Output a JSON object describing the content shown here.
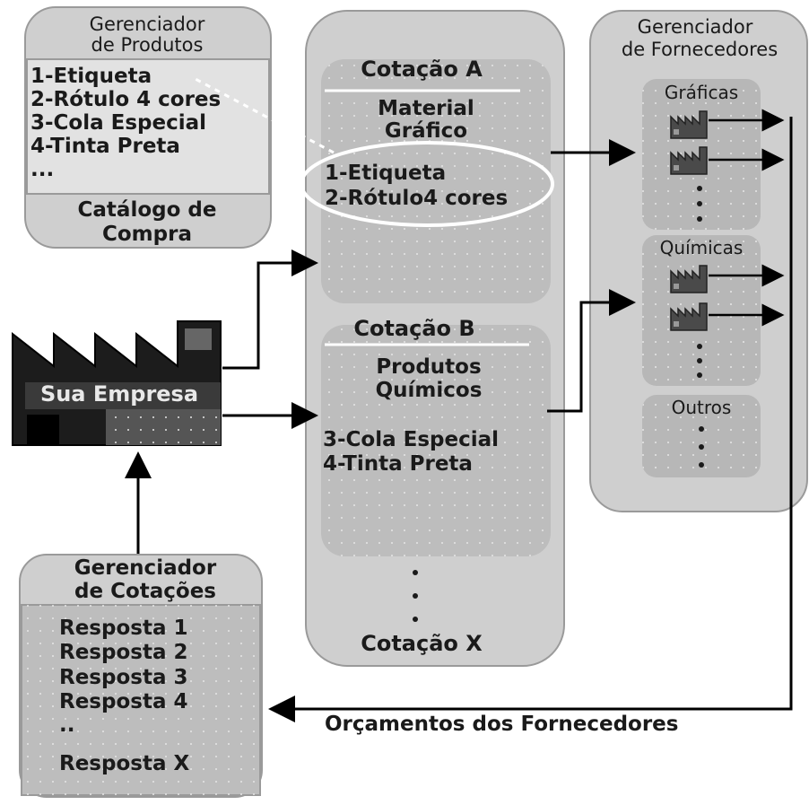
{
  "produtos": {
    "title_line1": "Gerenciador",
    "title_line2": "de Produtos",
    "items": [
      "1-Etiqueta",
      "2-Rótulo 4 cores",
      "3-Cola Especial",
      "4-Tinta Preta",
      "..."
    ],
    "footer_line1": "Catálogo de",
    "footer_line2": "Compra"
  },
  "cotacoes_panel": {
    "a": {
      "title": "Cotação A",
      "subtitle_line1": "Material",
      "subtitle_line2": "Gráfico",
      "items": [
        "1-Etiqueta",
        "2-Rótulo4 cores"
      ]
    },
    "b": {
      "title": "Cotação B",
      "subtitle_line1": "Produtos",
      "subtitle_line2": "Químicos",
      "items": [
        "3-Cola Especial",
        "4-Tinta Preta"
      ]
    },
    "x_title": "Cotação X"
  },
  "fornecedores": {
    "title_line1": "Gerenciador",
    "title_line2": "de Fornecedores",
    "groups": [
      "Gráficas",
      "Químicas",
      "Outros"
    ]
  },
  "empresa": {
    "label": "Sua Empresa"
  },
  "gerenciador_cotacoes": {
    "title_line1": "Gerenciador",
    "title_line2": "de Cotações",
    "items": [
      "Resposta 1",
      "Resposta 2",
      "Resposta 3",
      "Resposta 4",
      "..",
      "Resposta X"
    ]
  },
  "orcamentos_label": "Orçamentos dos Fornecedores",
  "colors": {
    "panel_fill": "#cfcfcf",
    "panel_inner": "#bdbdbd",
    "factory_dark": "#1c1c1c",
    "factory_mid": "#4a4a4a",
    "arrow": "#000000"
  }
}
